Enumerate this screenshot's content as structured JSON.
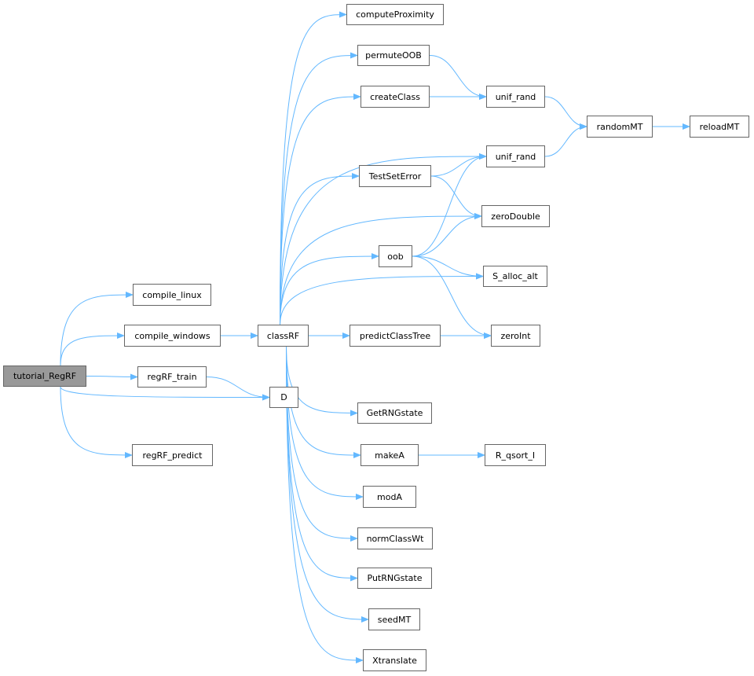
{
  "graph": {
    "edge_color": "#63b8ff",
    "root_fill": "#999999",
    "nodes": [
      {
        "id": "tutorial_RegRF",
        "label": "tutorial_RegRF",
        "root": true
      },
      {
        "id": "compile_linux",
        "label": "compile_linux"
      },
      {
        "id": "compile_windows",
        "label": "compile_windows"
      },
      {
        "id": "regRF_train",
        "label": "regRF_train"
      },
      {
        "id": "regRF_predict",
        "label": "regRF_predict"
      },
      {
        "id": "classRF",
        "label": "classRF"
      },
      {
        "id": "D",
        "label": "D"
      },
      {
        "id": "computeProximity",
        "label": "computeProximity"
      },
      {
        "id": "permuteOOB",
        "label": "permuteOOB"
      },
      {
        "id": "createClass",
        "label": "createClass"
      },
      {
        "id": "TestSetError",
        "label": "TestSetError"
      },
      {
        "id": "oob",
        "label": "oob"
      },
      {
        "id": "predictClassTree",
        "label": "predictClassTree"
      },
      {
        "id": "GetRNGstate",
        "label": "GetRNGstate"
      },
      {
        "id": "makeA",
        "label": "makeA"
      },
      {
        "id": "modA",
        "label": "modA"
      },
      {
        "id": "normClassWt",
        "label": "normClassWt"
      },
      {
        "id": "PutRNGstate",
        "label": "PutRNGstate"
      },
      {
        "id": "seedMT",
        "label": "seedMT"
      },
      {
        "id": "Xtranslate",
        "label": "Xtranslate"
      },
      {
        "id": "unif_rand_1",
        "label": "unif_rand"
      },
      {
        "id": "unif_rand_2",
        "label": "unif_rand"
      },
      {
        "id": "zeroDouble",
        "label": "zeroDouble"
      },
      {
        "id": "S_alloc_alt",
        "label": "S_alloc_alt"
      },
      {
        "id": "zeroInt",
        "label": "zeroInt"
      },
      {
        "id": "R_qsort_I",
        "label": "R_qsort_I"
      },
      {
        "id": "randomMT",
        "label": "randomMT"
      },
      {
        "id": "reloadMT",
        "label": "reloadMT"
      }
    ],
    "edges": [
      [
        "tutorial_RegRF",
        "compile_linux"
      ],
      [
        "tutorial_RegRF",
        "compile_windows"
      ],
      [
        "tutorial_RegRF",
        "regRF_train"
      ],
      [
        "tutorial_RegRF",
        "D"
      ],
      [
        "tutorial_RegRF",
        "regRF_predict"
      ],
      [
        "compile_windows",
        "classRF"
      ],
      [
        "regRF_train",
        "D"
      ],
      [
        "classRF",
        "computeProximity"
      ],
      [
        "classRF",
        "permuteOOB"
      ],
      [
        "classRF",
        "createClass"
      ],
      [
        "classRF",
        "unif_rand_2"
      ],
      [
        "classRF",
        "TestSetError"
      ],
      [
        "classRF",
        "zeroDouble"
      ],
      [
        "classRF",
        "oob"
      ],
      [
        "classRF",
        "S_alloc_alt"
      ],
      [
        "classRF",
        "predictClassTree"
      ],
      [
        "classRF",
        "zeroInt"
      ],
      [
        "classRF",
        "GetRNGstate"
      ],
      [
        "classRF",
        "makeA"
      ],
      [
        "classRF",
        "modA"
      ],
      [
        "classRF",
        "normClassWt"
      ],
      [
        "classRF",
        "PutRNGstate"
      ],
      [
        "classRF",
        "seedMT"
      ],
      [
        "classRF",
        "Xtranslate"
      ],
      [
        "permuteOOB",
        "unif_rand_1"
      ],
      [
        "createClass",
        "unif_rand_1"
      ],
      [
        "TestSetError",
        "unif_rand_2"
      ],
      [
        "TestSetError",
        "zeroDouble"
      ],
      [
        "oob",
        "unif_rand_2"
      ],
      [
        "oob",
        "zeroDouble"
      ],
      [
        "oob",
        "S_alloc_alt"
      ],
      [
        "oob",
        "zeroInt"
      ],
      [
        "predictClassTree",
        "zeroInt"
      ],
      [
        "makeA",
        "R_qsort_I"
      ],
      [
        "unif_rand_1",
        "randomMT"
      ],
      [
        "unif_rand_2",
        "randomMT"
      ],
      [
        "randomMT",
        "reloadMT"
      ]
    ]
  }
}
